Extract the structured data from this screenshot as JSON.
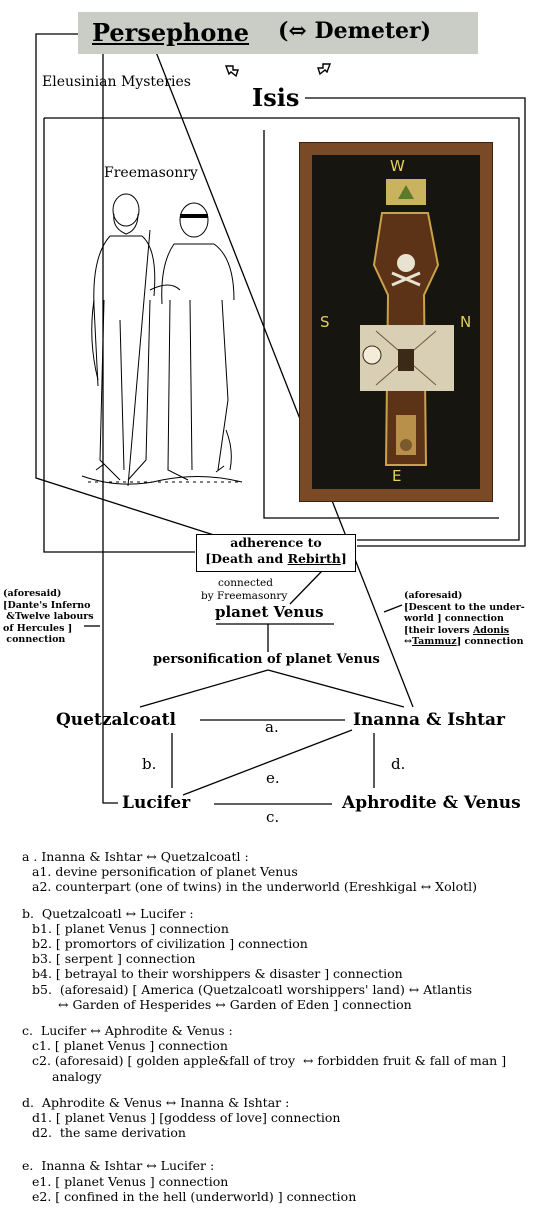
{
  "title": {
    "main": "Persephone",
    "counterpart": "(⇔ Demeter)"
  },
  "labels": {
    "eleusinian": "Eleusinian Mysteries",
    "isis": "Isis",
    "freemasonry": "Freemasonry",
    "compass_w": "W",
    "compass_s": "S",
    "compass_n": "N",
    "compass_e": "E"
  },
  "adherence": {
    "line1": "adherence to",
    "open": "[",
    "death": "Death",
    "and": " and ",
    "rebirth": "Rebirth",
    "close": "]"
  },
  "connected": {
    "line1": "connected",
    "line2": "by Freemasonry"
  },
  "planet_venus": "planet Venus",
  "personification": "personification of planet Venus",
  "left_note": "(aforesaid)\n[Dante's Inferno\n &Twelve labours\nof Hercules ]\n connection",
  "right_note": {
    "lines": "(aforesaid)\n[Descent to the under-\nworld ] connection\n[their lovers ",
    "adonis": "Adonis",
    "arrow": "↔",
    "tammuz": "Tammuz",
    "end": "] connection"
  },
  "nodes": {
    "quetzalcoatl": "Quetzalcoatl",
    "inanna": "Inanna & Ishtar",
    "lucifer": "Lucifer",
    "aphrodite": "Aphrodite & Venus"
  },
  "edges": {
    "a": "a.",
    "b": "b.",
    "c": "c.",
    "d": "d.",
    "e": "e."
  },
  "notes": {
    "a": [
      "a . Inanna & Ishtar ↔ Quetzalcoatl :",
      "a1. devine personification of planet Venus",
      "a2. counterpart (one of twins) in the underworld (Ereshkigal ↔ Xolotl)"
    ],
    "b": [
      "b.  Quetzalcoatl ↔ Lucifer :",
      "b1. [ planet Venus ] connection",
      "b2. [ promortors of civilization ] connection",
      "b3. [ serpent ] connection",
      "b4. [ betrayal to their worshippers & disaster ] connection",
      "b5.  (aforesaid) [ America (Quetzalcoatl worshippers' land) ↔ Atlantis",
      "↔ Garden of Hesperides ↔ Garden of Eden ] connection"
    ],
    "c": [
      "c.  Lucifer ↔ Aphrodite & Venus :",
      "c1. [ planet Venus ] connection",
      "c2. (aforesaid) [ golden apple&fall of troy  ↔ forbidden fruit & fall of man ]",
      "analogy"
    ],
    "d": [
      "d.  Aphrodite & Venus ↔ Inanna & Ishtar :",
      "d1. [ planet Venus ] [goddess of love] connection",
      "d2.  the same derivation"
    ],
    "e": [
      "e.  Inanna & Ishtar ↔ Lucifer :",
      "e1. [ planet Venus ] connection",
      "e2. [ confined in the hell (underworld) ] connection"
    ]
  },
  "colors": {
    "title_bg": "#c9cdc6",
    "frame": "#7a4a26",
    "panel": "#17150f",
    "accent": "#e2d060"
  }
}
